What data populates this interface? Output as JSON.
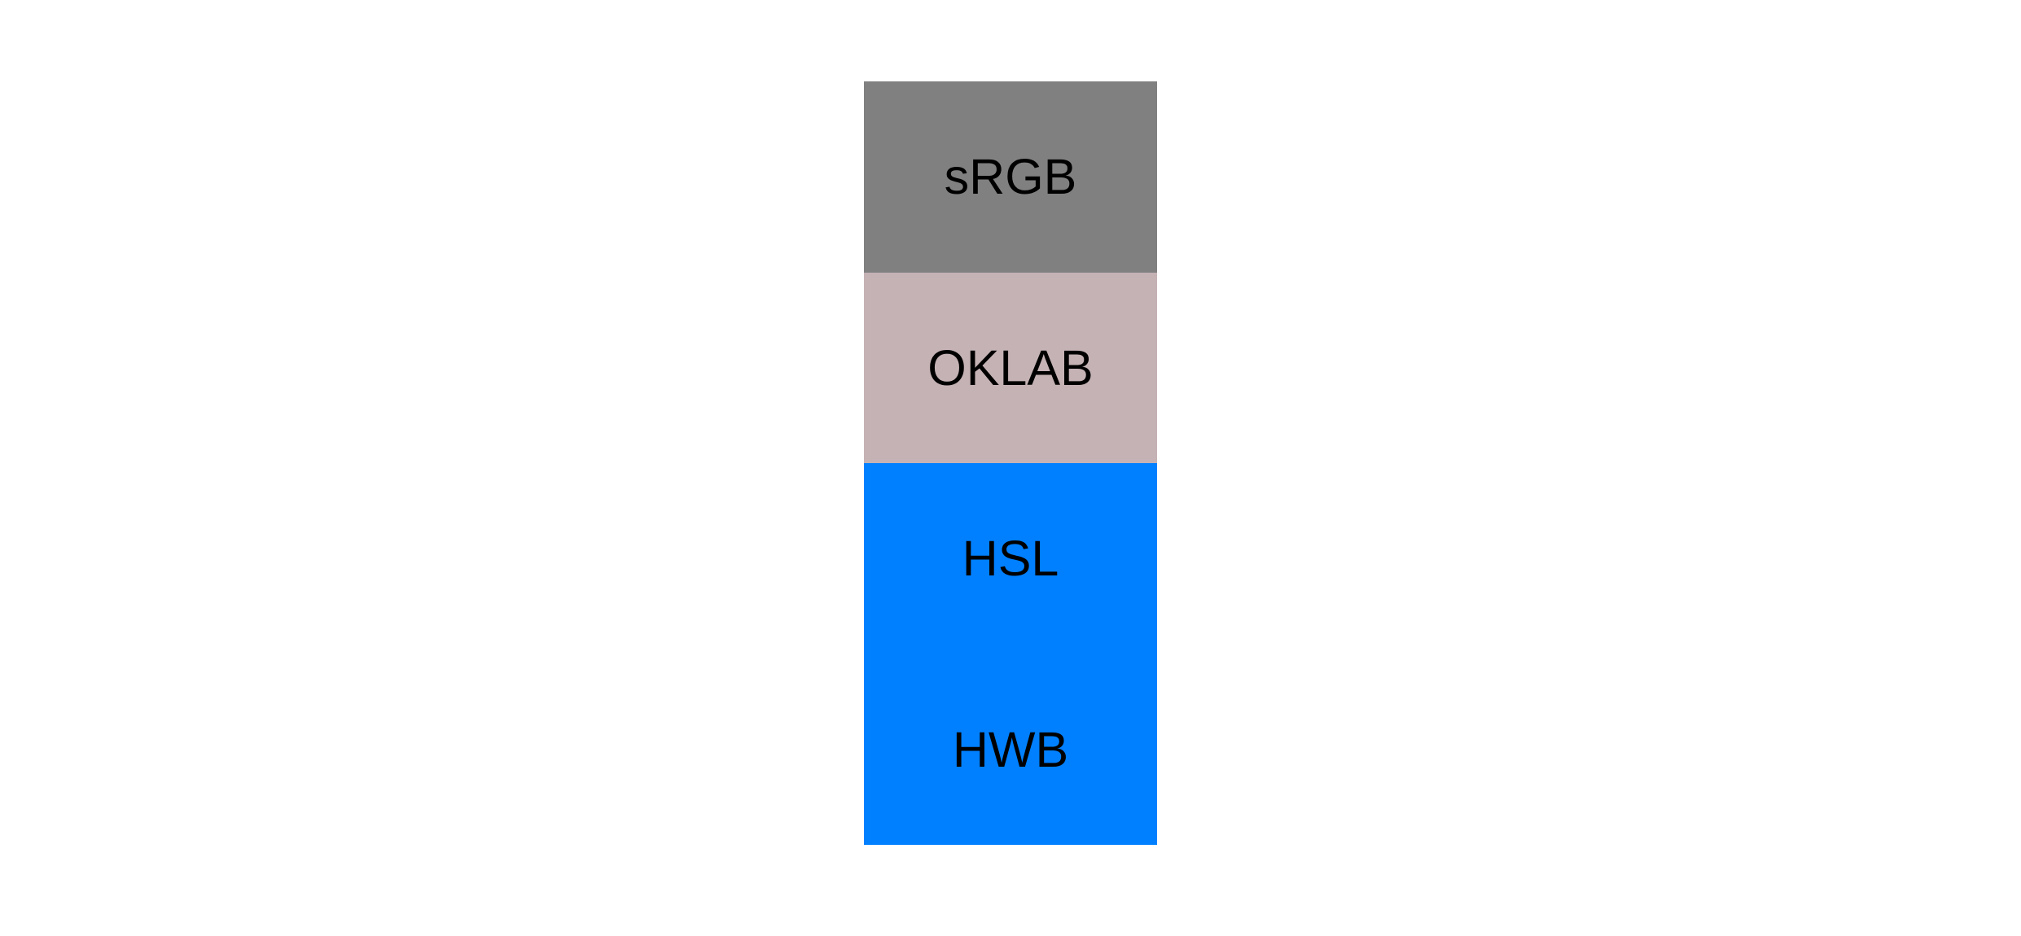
{
  "page": {
    "background": "#ffffff",
    "text_color": "#000000"
  },
  "swatches": [
    {
      "label": "sRGB",
      "color": "#808080"
    },
    {
      "label": "OKLAB",
      "color": "#c5b2b4"
    },
    {
      "label": "HSL",
      "color": "#0080ff"
    },
    {
      "label": "HWB",
      "color": "#0080ff"
    }
  ]
}
